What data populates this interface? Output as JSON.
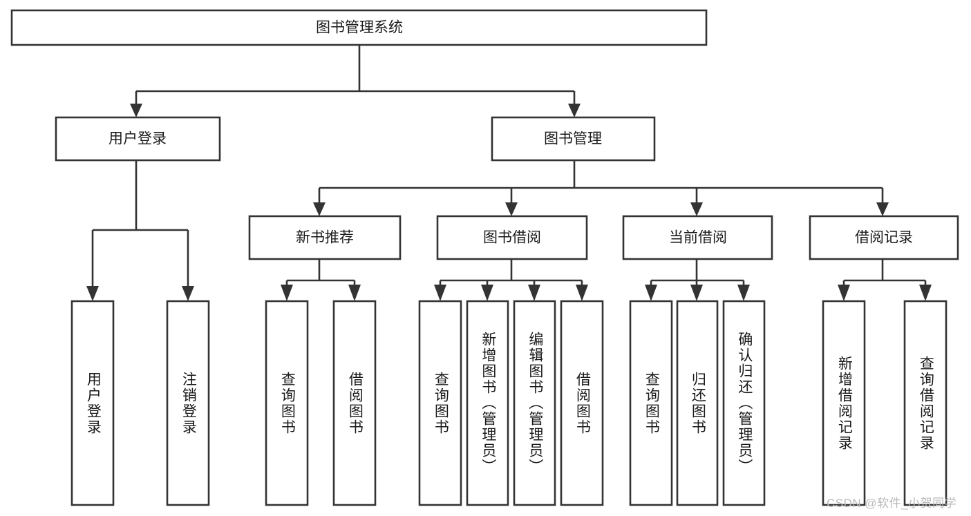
{
  "diagram": {
    "type": "tree",
    "orientation": "top-down",
    "root": {
      "id": "root",
      "label": "图书管理系统",
      "text_orientation": "horizontal"
    },
    "level2": [
      {
        "id": "user-login",
        "label": "用户登录",
        "text_orientation": "horizontal"
      },
      {
        "id": "book-management",
        "label": "图书管理",
        "text_orientation": "horizontal"
      }
    ],
    "level3": [
      {
        "id": "new-book-recommend",
        "label": "新书推荐",
        "parent": "book-management",
        "text_orientation": "horizontal"
      },
      {
        "id": "book-borrow",
        "label": "图书借阅",
        "parent": "book-management",
        "text_orientation": "horizontal"
      },
      {
        "id": "current-borrow",
        "label": "当前借阅",
        "parent": "book-management",
        "text_orientation": "horizontal"
      },
      {
        "id": "borrow-record",
        "label": "借阅记录",
        "parent": "book-management",
        "text_orientation": "horizontal"
      }
    ],
    "leaves": [
      {
        "id": "leaf-user-login",
        "label": "用户登录",
        "parent": "user-login",
        "text_orientation": "vertical"
      },
      {
        "id": "leaf-user-logout",
        "label": "注销登录",
        "parent": "user-login",
        "text_orientation": "vertical"
      },
      {
        "id": "leaf-query-book-1",
        "label": "查询图书",
        "parent": "new-book-recommend",
        "text_orientation": "vertical"
      },
      {
        "id": "leaf-borrow-book-1",
        "label": "借阅图书",
        "parent": "new-book-recommend",
        "text_orientation": "vertical"
      },
      {
        "id": "leaf-query-book-2",
        "label": "查询图书",
        "parent": "book-borrow",
        "text_orientation": "vertical"
      },
      {
        "id": "leaf-add-book",
        "label": "新增图书（管理员）",
        "parent": "book-borrow",
        "text_orientation": "vertical"
      },
      {
        "id": "leaf-edit-book",
        "label": "编辑图书（管理员）",
        "parent": "book-borrow",
        "text_orientation": "vertical"
      },
      {
        "id": "leaf-borrow-book-2",
        "label": "借阅图书",
        "parent": "book-borrow",
        "text_orientation": "vertical"
      },
      {
        "id": "leaf-query-book-3",
        "label": "查询图书",
        "parent": "current-borrow",
        "text_orientation": "vertical"
      },
      {
        "id": "leaf-return-book",
        "label": "归还图书",
        "parent": "current-borrow",
        "text_orientation": "vertical"
      },
      {
        "id": "leaf-confirm-return",
        "label": "确认归还（管理员）",
        "parent": "current-borrow",
        "text_orientation": "vertical"
      },
      {
        "id": "leaf-add-record",
        "label": "新增借阅记录",
        "parent": "borrow-record",
        "text_orientation": "vertical"
      },
      {
        "id": "leaf-query-record",
        "label": "查询借阅记录",
        "parent": "borrow-record",
        "text_orientation": "vertical"
      }
    ],
    "colors": {
      "stroke": "#333333",
      "box_fill": "#ffffff",
      "text": "#1a1a1a",
      "background": "#ffffff",
      "watermark": "#b9b9b9"
    }
  },
  "watermark": {
    "text": "CSDN @软件_小贺同学"
  }
}
